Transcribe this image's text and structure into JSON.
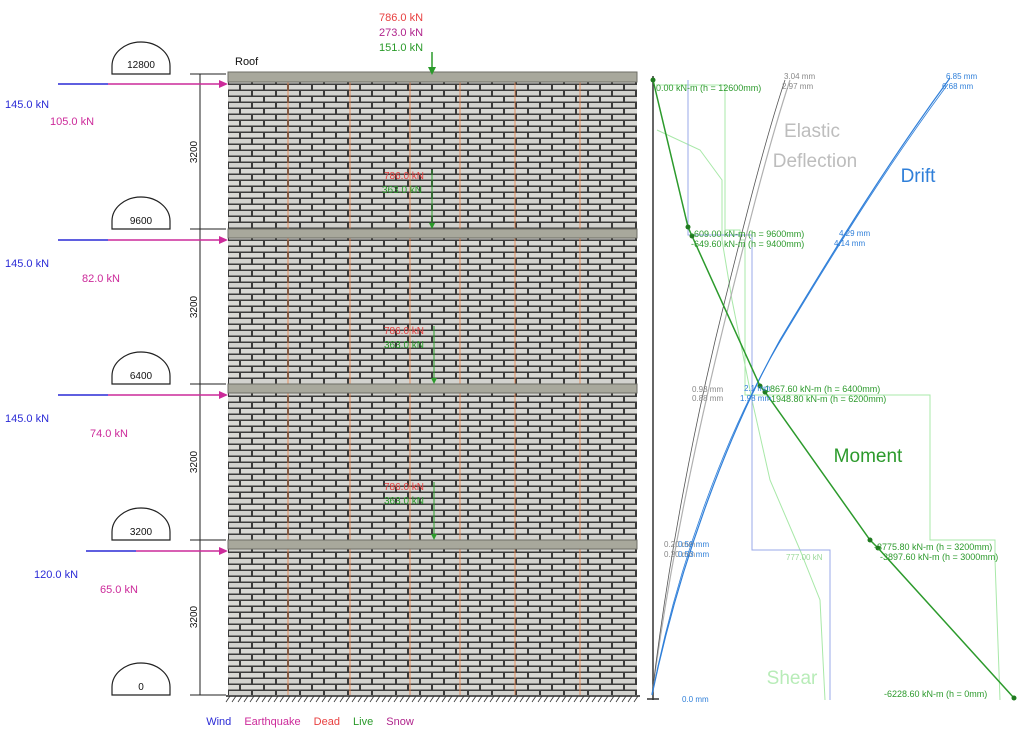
{
  "levels": [
    {
      "elev_label": "12800",
      "story_label": "Roof"
    },
    {
      "elev_label": "9600"
    },
    {
      "elev_label": "6400"
    },
    {
      "elev_label": "3200"
    },
    {
      "elev_label": "0"
    }
  ],
  "story_heights": [
    "3200",
    "3200",
    "3200",
    "3200"
  ],
  "lateral_loads": [
    {
      "wind": "145.0 kN",
      "earthquake": "105.0 kN"
    },
    {
      "wind": "145.0 kN",
      "earthquake": "82.0 kN"
    },
    {
      "wind": "145.0 kN",
      "earthquake": "74.0 kN"
    },
    {
      "wind": "120.0 kN",
      "earthquake": "65.0 kN"
    }
  ],
  "top_axial": {
    "dead": "786.0 kN",
    "snow": "273.0 kN",
    "live": "151.0 kN"
  },
  "story_axial": [
    {
      "dead": "786.0 kN",
      "live": "363.0 kN"
    },
    {
      "dead": "786.0 kN",
      "live": "363.0 kN"
    },
    {
      "dead": "786.0 kN",
      "live": "363.0 kN"
    }
  ],
  "diagram_titles": {
    "elastic_deflection": [
      "Elastic",
      "Deflection"
    ],
    "drift": "Drift",
    "moment": "Moment",
    "shear": "Shear"
  },
  "moment_labels": [
    "0.00 kN-m (h = 12600mm)",
    "-609.00 kN-m (h = 9600mm)",
    "-649.60 kN-m (h = 9400mm)",
    "-1867.60 kN-m (h = 6400mm)",
    "-1948.80 kN-m (h = 6200mm)",
    "-3775.80 kN-m (h = 3200mm)",
    "-3897.60 kN-m (h = 3000mm)",
    "-6228.60 kN-m (h = 0mm)"
  ],
  "deflection_labels": [
    "3.04 mm",
    "2.97 mm",
    "0.93 mm",
    "0.88 mm",
    "0.20 mm",
    "0.20 mm"
  ],
  "drift_labels": [
    "6.85 mm",
    "6.68 mm",
    "4.29 mm",
    "4.14 mm",
    "2.1 mm",
    "1.98 mm",
    "0.59 mm",
    "0.53 mm",
    "0.0 mm"
  ],
  "shear_labels": [
    "777.00 kN"
  ],
  "legend": {
    "wind": "Wind",
    "earthquake": "Earthquake",
    "dead": "Dead",
    "live": "Live",
    "snow": "Snow"
  },
  "colors": {
    "wind": "#2a2ad6",
    "earthquake": "#cc2a9a",
    "dead": "#e84040",
    "live": "#2a9a2a",
    "snow": "#b0248c",
    "drift": "#2f7fd9",
    "deflection": "#b8b8b8",
    "moment": "#2c9a2c",
    "shear": "#a8e8a8",
    "slab": "#a8a89c",
    "brick_bg": "#3a3a3a",
    "brick": "#d6d6d2"
  }
}
